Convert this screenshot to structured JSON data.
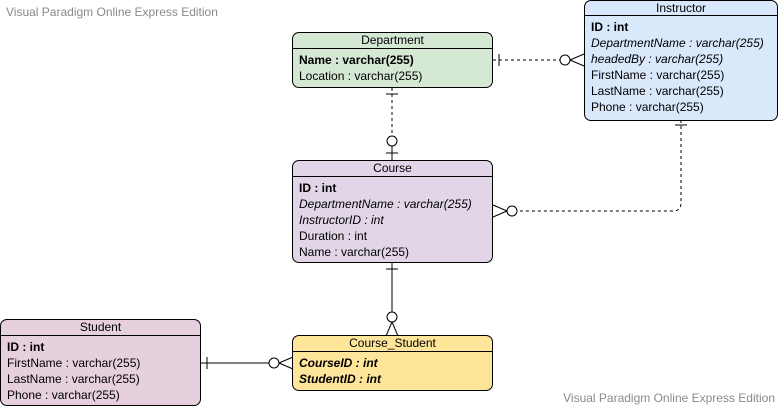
{
  "watermarks": {
    "top": "Visual Paradigm Online Express Edition",
    "bottom": "Visual Paradigm Online Express Edition"
  },
  "colors": {
    "department": "#d5e8d4",
    "instructor": "#dae8fc",
    "course": "#e1d5e7",
    "student": "#e6d0de",
    "course_student": "#ffe599"
  },
  "entities": {
    "department": {
      "title": "Department",
      "attributes": [
        {
          "text": "Name : varchar(255)",
          "kind": "pk"
        },
        {
          "text": "Location : varchar(255)",
          "kind": "plain"
        }
      ]
    },
    "instructor": {
      "title": "Instructor",
      "attributes": [
        {
          "text": "ID : int",
          "kind": "pk"
        },
        {
          "text": "DepartmentName : varchar(255)",
          "kind": "fk"
        },
        {
          "text": "headedBy : varchar(255)",
          "kind": "fk"
        },
        {
          "text": "FirstName : varchar(255)",
          "kind": "plain"
        },
        {
          "text": "LastName : varchar(255)",
          "kind": "plain"
        },
        {
          "text": "Phone : varchar(255)",
          "kind": "plain"
        }
      ]
    },
    "course": {
      "title": "Course",
      "attributes": [
        {
          "text": "ID : int",
          "kind": "pk"
        },
        {
          "text": "DepartmentName : varchar(255)",
          "kind": "fk"
        },
        {
          "text": "InstructorID : int",
          "kind": "fk"
        },
        {
          "text": "Duration : int",
          "kind": "plain"
        },
        {
          "text": "Name : varchar(255)",
          "kind": "plain"
        }
      ]
    },
    "student": {
      "title": "Student",
      "attributes": [
        {
          "text": "ID : int",
          "kind": "pk"
        },
        {
          "text": "FirstName : varchar(255)",
          "kind": "plain"
        },
        {
          "text": "LastName : varchar(255)",
          "kind": "plain"
        },
        {
          "text": "Phone : varchar(255)",
          "kind": "plain"
        }
      ]
    },
    "course_student": {
      "title": "Course_Student",
      "attributes": [
        {
          "text": "CourseID : int",
          "kind": "pk fk"
        },
        {
          "text": "StudentID : int",
          "kind": "pk fk"
        }
      ]
    }
  },
  "relationships": [
    {
      "from": "department",
      "to": "instructor",
      "from_end": "one",
      "to_end": "zero-or-many",
      "line": "dashed"
    },
    {
      "from": "department",
      "to": "course",
      "from_end": "one",
      "to_end": "zero-or-one",
      "line": "dashed"
    },
    {
      "from": "instructor",
      "to": "course",
      "from_end": "one",
      "to_end": "zero-or-many",
      "line": "dashed"
    },
    {
      "from": "course",
      "to": "course_student",
      "from_end": "one",
      "to_end": "zero-or-many",
      "line": "solid"
    },
    {
      "from": "student",
      "to": "course_student",
      "from_end": "one",
      "to_end": "zero-or-many",
      "line": "solid"
    }
  ]
}
